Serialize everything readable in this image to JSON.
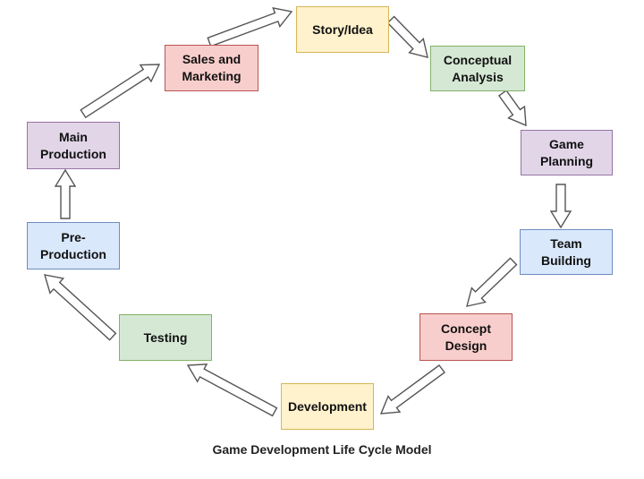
{
  "diagram": {
    "caption": "Game Development Life Cycle Model",
    "colors": {
      "yellow_fill": "#fff2cc",
      "yellow_border": "#d6b656",
      "green_fill": "#d5e8d4",
      "green_border": "#82b366",
      "purple_fill": "#e1d5e7",
      "purple_border": "#9673a6",
      "blue_fill": "#dae8fc",
      "blue_border": "#6c8ebf",
      "red_fill": "#f8cecc",
      "red_border": "#b85450",
      "arrow_stroke": "#555555"
    },
    "nodes": [
      {
        "id": "story-idea",
        "label": "Story/Idea",
        "color": "yellow"
      },
      {
        "id": "conceptual-analysis",
        "label": "Conceptual\nAnalysis",
        "color": "green"
      },
      {
        "id": "game-planning",
        "label": "Game\nPlanning",
        "color": "purple"
      },
      {
        "id": "team-building",
        "label": "Team\nBuilding",
        "color": "blue"
      },
      {
        "id": "concept-design",
        "label": "Concept\nDesign",
        "color": "red"
      },
      {
        "id": "development",
        "label": "Development",
        "color": "yellow"
      },
      {
        "id": "testing",
        "label": "Testing",
        "color": "green"
      },
      {
        "id": "pre-production",
        "label": "Pre-\nProduction",
        "color": "blue"
      },
      {
        "id": "main-production",
        "label": "Main\nProduction",
        "color": "purple"
      },
      {
        "id": "sales-and-marketing",
        "label": "Sales and\nMarketing",
        "color": "red"
      }
    ],
    "edges": [
      {
        "from": "story-idea",
        "to": "conceptual-analysis"
      },
      {
        "from": "conceptual-analysis",
        "to": "game-planning"
      },
      {
        "from": "game-planning",
        "to": "team-building"
      },
      {
        "from": "team-building",
        "to": "concept-design"
      },
      {
        "from": "concept-design",
        "to": "development"
      },
      {
        "from": "development",
        "to": "testing"
      },
      {
        "from": "testing",
        "to": "pre-production"
      },
      {
        "from": "pre-production",
        "to": "main-production"
      },
      {
        "from": "main-production",
        "to": "sales-and-marketing"
      },
      {
        "from": "sales-and-marketing",
        "to": "story-idea"
      }
    ]
  }
}
